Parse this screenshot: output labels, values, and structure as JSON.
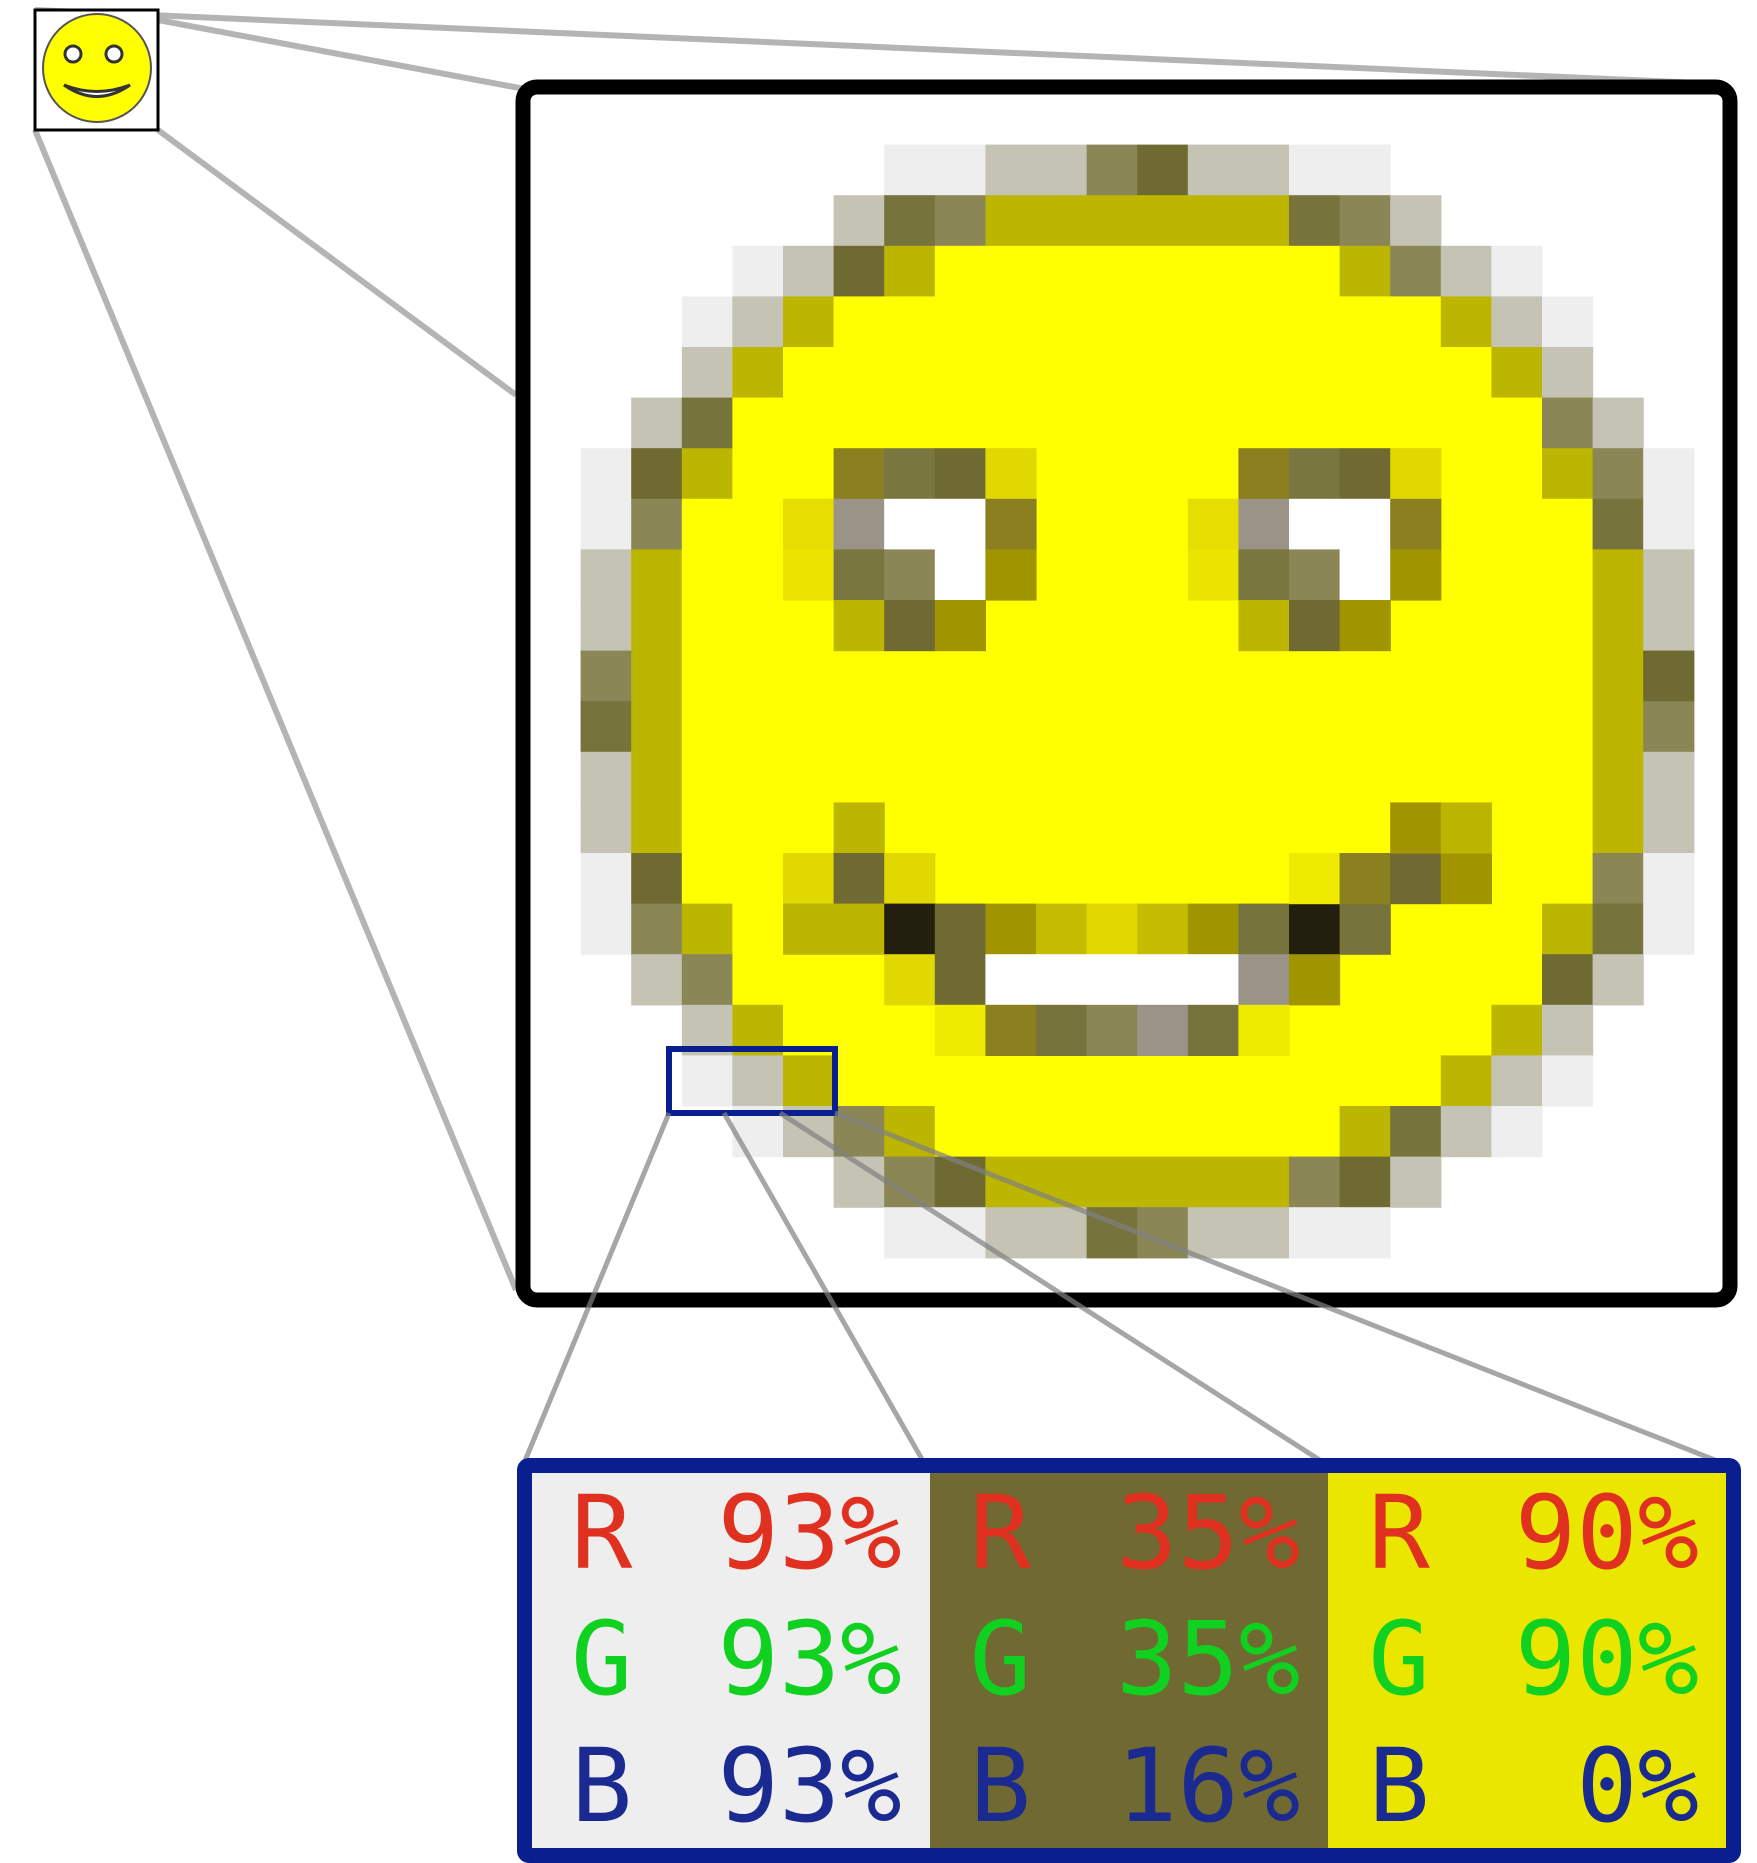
{
  "colors": {
    "frame": "#000000",
    "connector": "#b0b0b0",
    "highlight": "#0a1f8f",
    "face": "#ffff00",
    "channel_r": "#e03020",
    "channel_g": "#10d020",
    "channel_b": "#1a2a90"
  },
  "icons": {
    "thumbnail": "smiley-face-icon"
  },
  "pixel_samples": [
    {
      "bg": "#eeeeee",
      "channels": [
        {
          "label": "R",
          "value": "93%"
        },
        {
          "label": "G",
          "value": "93%"
        },
        {
          "label": "B",
          "value": "93%"
        }
      ]
    },
    {
      "bg": "#706a32",
      "channels": [
        {
          "label": "R",
          "value": "35%"
        },
        {
          "label": "G",
          "value": "35%"
        },
        {
          "label": "B",
          "value": "16%"
        }
      ]
    },
    {
      "bg": "#ebe600",
      "channels": [
        {
          "label": "R",
          "value": "90%"
        },
        {
          "label": "G",
          "value": "90%"
        },
        {
          "label": "B",
          "value": "0%"
        }
      ]
    }
  ]
}
